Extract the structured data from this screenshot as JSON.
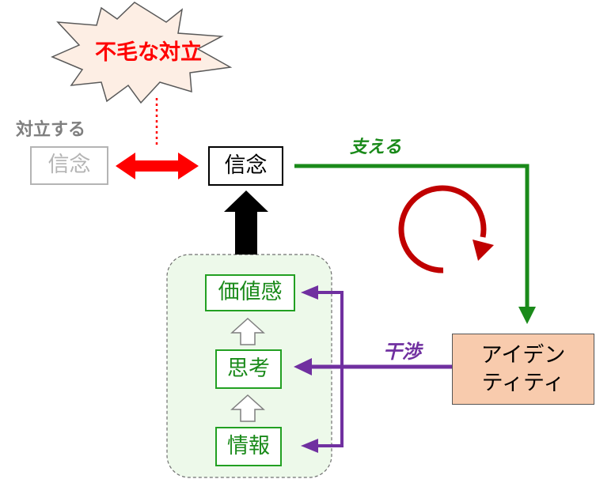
{
  "conflict_burst": {
    "text": "不毛な対立",
    "fill": "#fdeee4",
    "text_color": "#ff0000"
  },
  "opposing": {
    "label": "対立する",
    "box_text": "信念",
    "color": "#b4b4b4"
  },
  "belief": {
    "text": "信念"
  },
  "supports": {
    "label": "支える",
    "color": "#1a8a1a"
  },
  "identity": {
    "text": "アイデン\nティティ",
    "fill": "#f8cbad"
  },
  "interference": {
    "label": "干渉",
    "color": "#7030a0"
  },
  "mind_stack": {
    "fill": "#edf9ea",
    "items": [
      "価値感",
      "思考",
      "情報"
    ],
    "item_color": "#1a8a1a"
  },
  "colors": {
    "double_arrow": "#ff0000",
    "up_arrow": "#000000",
    "cycle_arrow": "#c00000",
    "hollow_arrow": "#7f7f7f"
  },
  "icons": [
    "double-headed-arrow-icon",
    "up-arrow-icon",
    "cycle-arrow-icon",
    "hollow-up-arrow-icon"
  ]
}
